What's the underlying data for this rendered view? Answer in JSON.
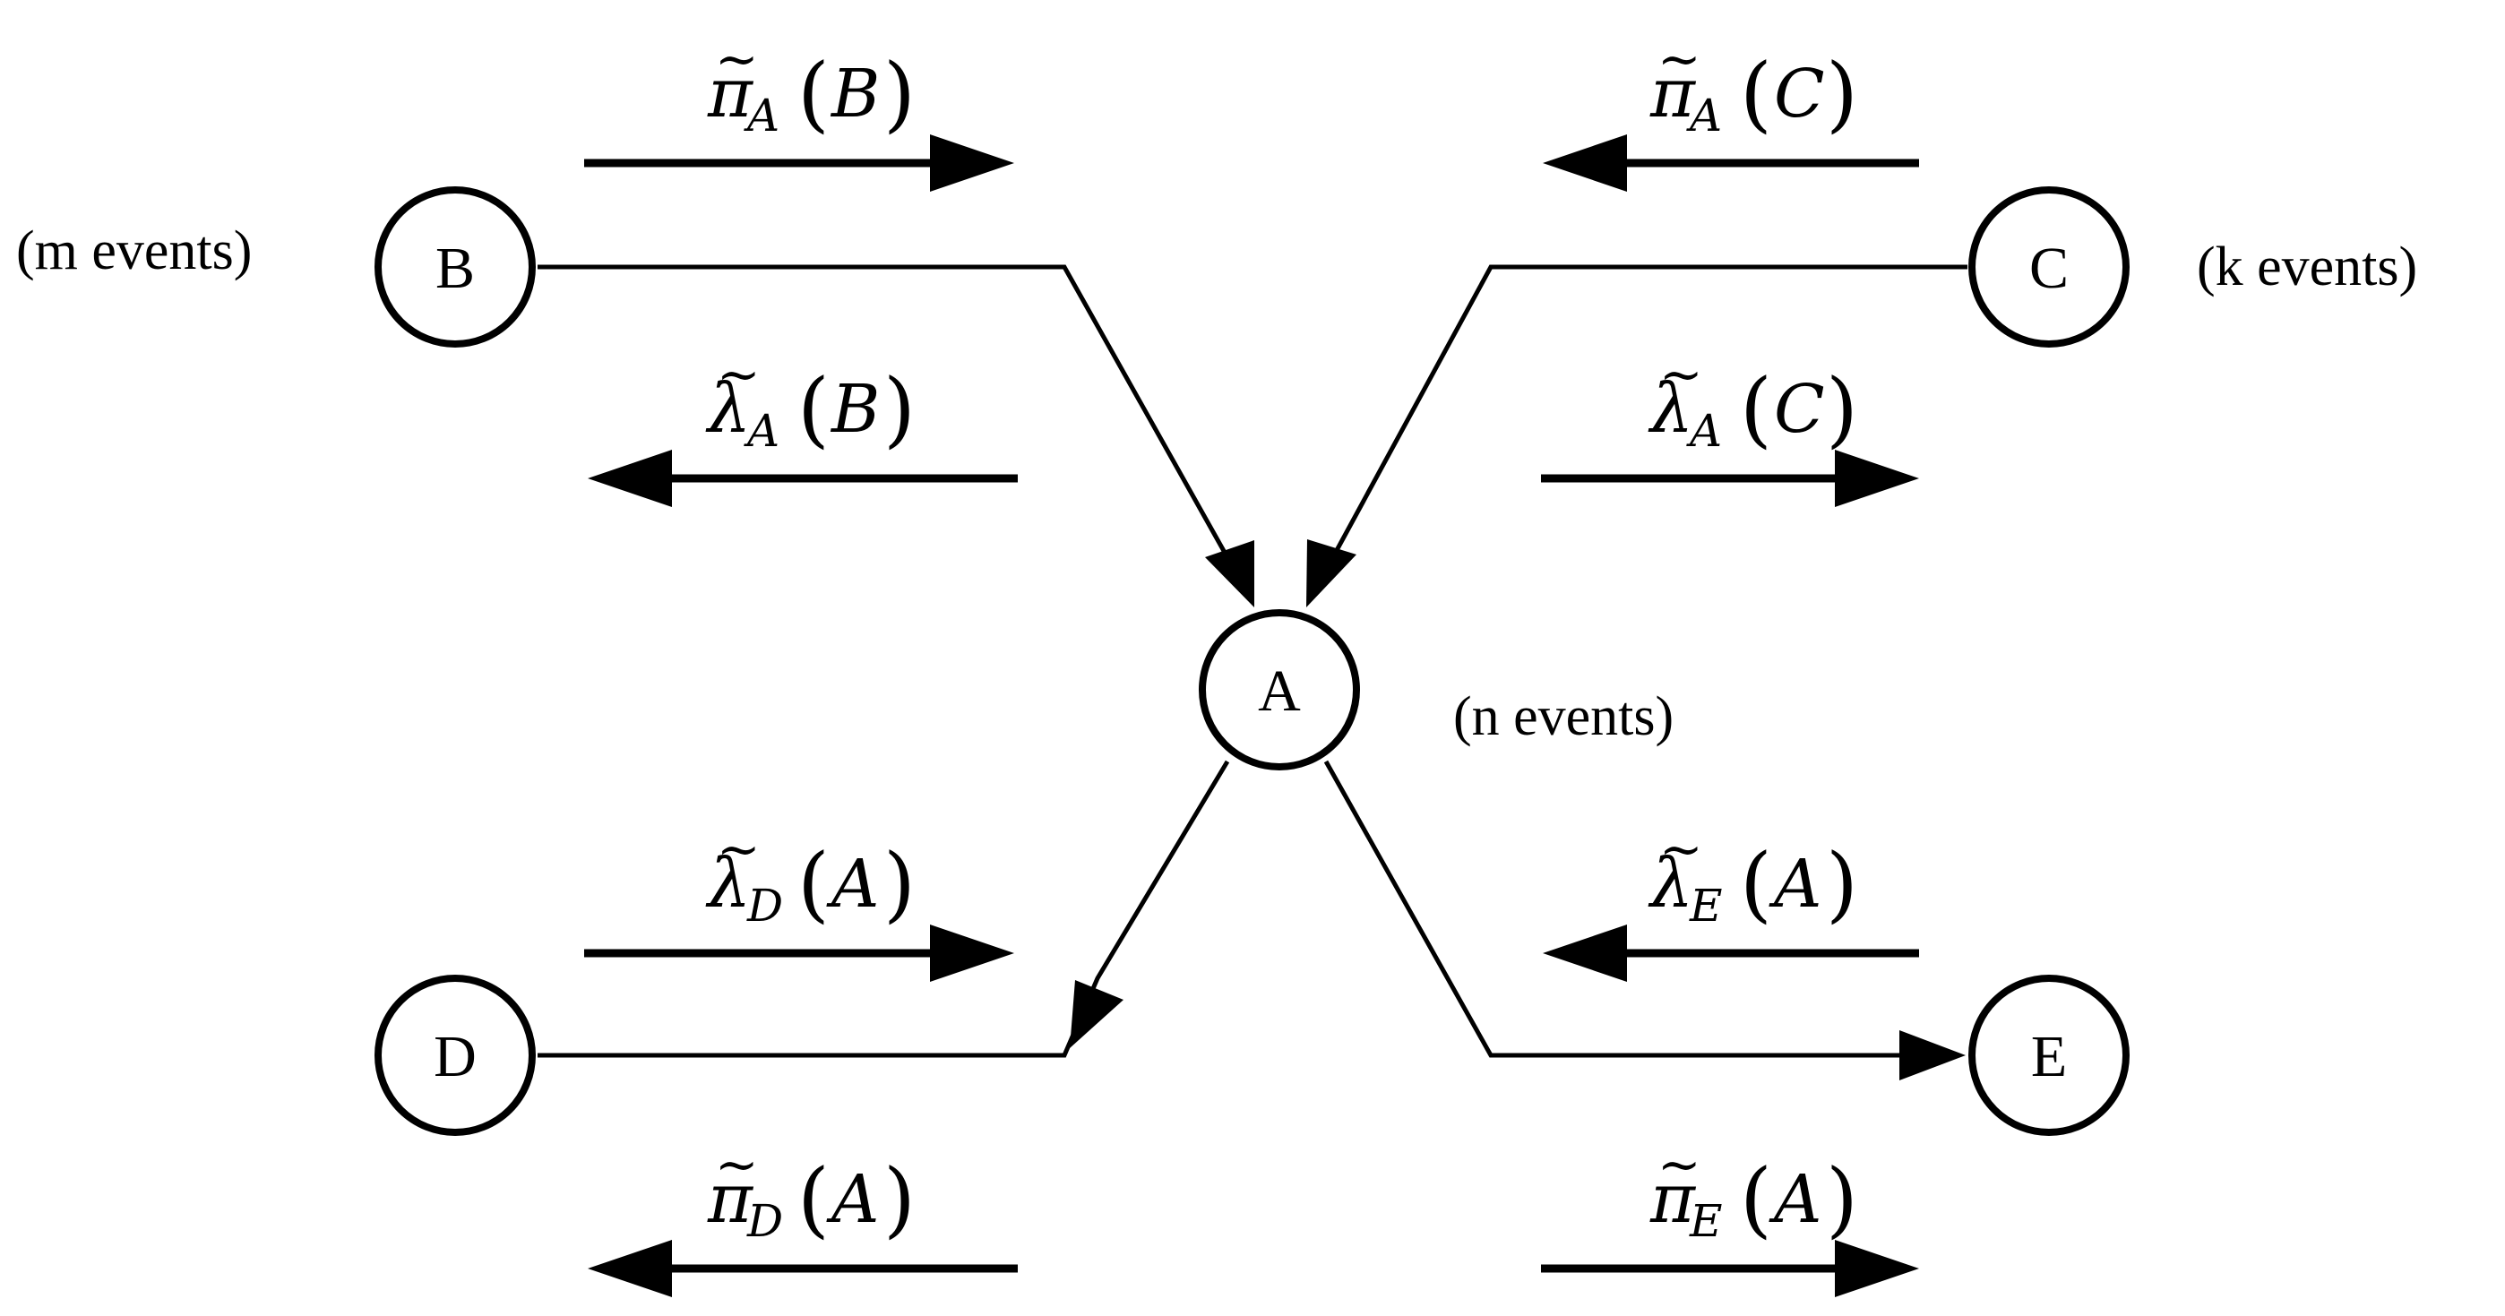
{
  "nodes": {
    "a": "A",
    "b": "B",
    "c": "C",
    "d": "D",
    "e": "E"
  },
  "event_counts": {
    "b": "(m events)",
    "c": "(k events)",
    "a": "(n events)"
  },
  "messages": {
    "pi_a_b": {
      "symbol": "π",
      "tilde": "~",
      "sub": "A",
      "open": "(",
      "arg": "B",
      "close": ")"
    },
    "lambda_a_b": {
      "symbol": "λ",
      "tilde": "~",
      "sub": "A",
      "open": "(",
      "arg": "B",
      "close": ")"
    },
    "pi_a_c": {
      "symbol": "π",
      "tilde": "~",
      "sub": "A",
      "open": "(",
      "arg": "C",
      "close": ")"
    },
    "lambda_a_c": {
      "symbol": "λ",
      "tilde": "~",
      "sub": "A",
      "open": "(",
      "arg": "C",
      "close": ")"
    },
    "lambda_d_a": {
      "symbol": "λ",
      "tilde": "~",
      "sub": "D",
      "open": "(",
      "arg": "A",
      "close": ")"
    },
    "pi_d_a": {
      "symbol": "π",
      "tilde": "~",
      "sub": "D",
      "open": "(",
      "arg": "A",
      "close": ")"
    },
    "lambda_e_a": {
      "symbol": "λ",
      "tilde": "~",
      "sub": "E",
      "open": "(",
      "arg": "A",
      "close": ")"
    },
    "pi_e_a": {
      "symbol": "π",
      "tilde": "~",
      "sub": "E",
      "open": "(",
      "arg": "A",
      "close": ")"
    }
  },
  "colors": {
    "stroke": "#000000",
    "background": "#ffffff"
  }
}
